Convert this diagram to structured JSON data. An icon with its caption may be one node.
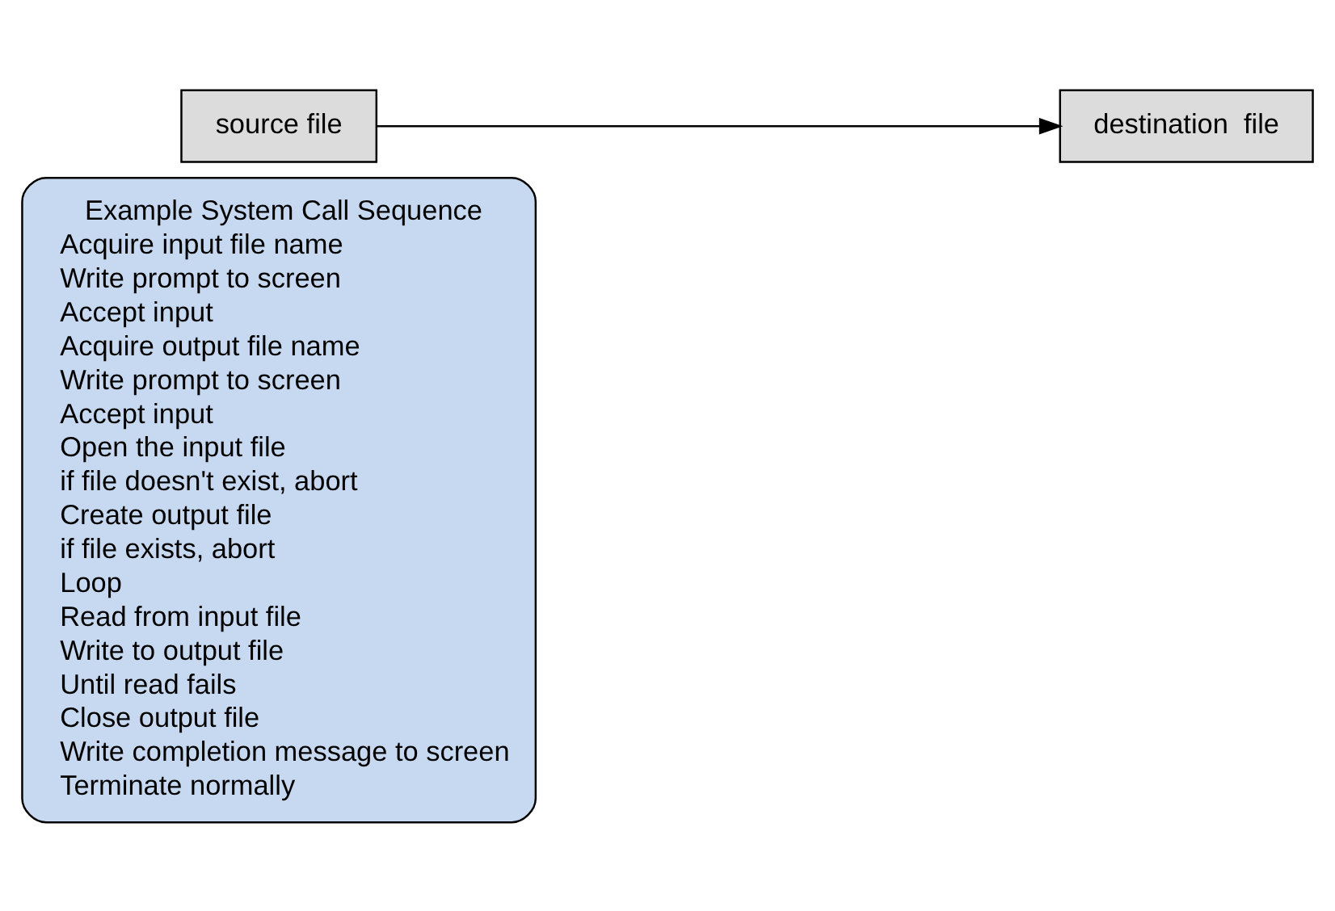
{
  "diagram": {
    "nodes": [
      {
        "text": [
          "source file"
        ]
      },
      {
        "text": [
          "destination  file"
        ]
      },
      {
        "text": [
          "Example System Call Sequence",
          "Acquire input file name",
          "Write prompt to screen",
          "Accept input",
          "Acquire output file name",
          "Write prompt to screen",
          "Accept input",
          "Open the input file",
          "if file doesn't exist, abort",
          "Create output file",
          "if file exists, abort",
          "Loop",
          "Read from input file",
          "Write to output file",
          "Until read fails",
          "Close output file",
          "Write completion message to screen",
          "Terminate normally"
        ]
      }
    ],
    "edges": [
      {
        "from": 0,
        "to": 1,
        "arrow": "to"
      }
    ]
  }
}
